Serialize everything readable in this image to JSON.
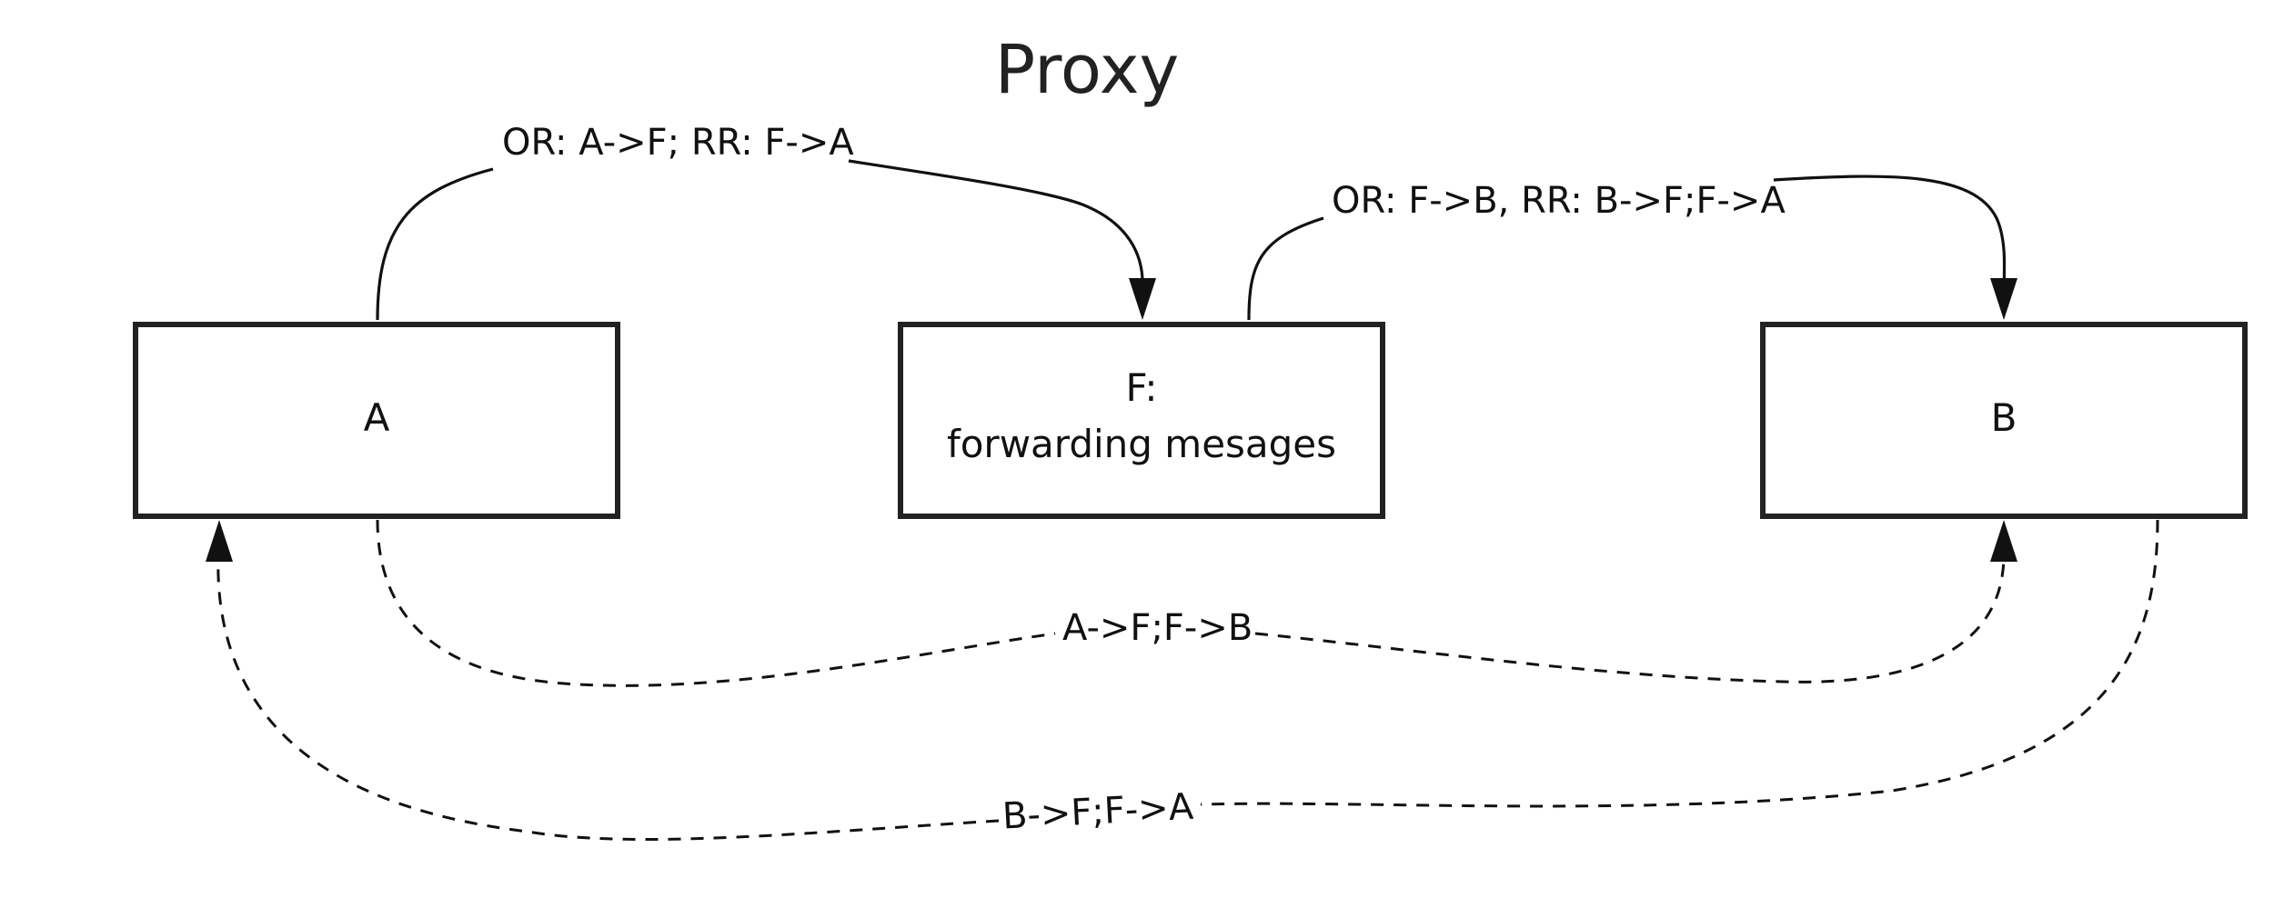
{
  "title": "Proxy",
  "nodes": {
    "a": {
      "label": "A"
    },
    "f": {
      "line1": "F:",
      "line2": "forwarding mesages"
    },
    "b": {
      "label": "B"
    }
  },
  "edges": {
    "a_to_f": "OR: A->F; RR: F->A",
    "f_to_b": "OR: F->B, RR: B->F;F->A",
    "a_to_b": "A->F;F->B",
    "b_to_a": "B->F;F->A"
  }
}
